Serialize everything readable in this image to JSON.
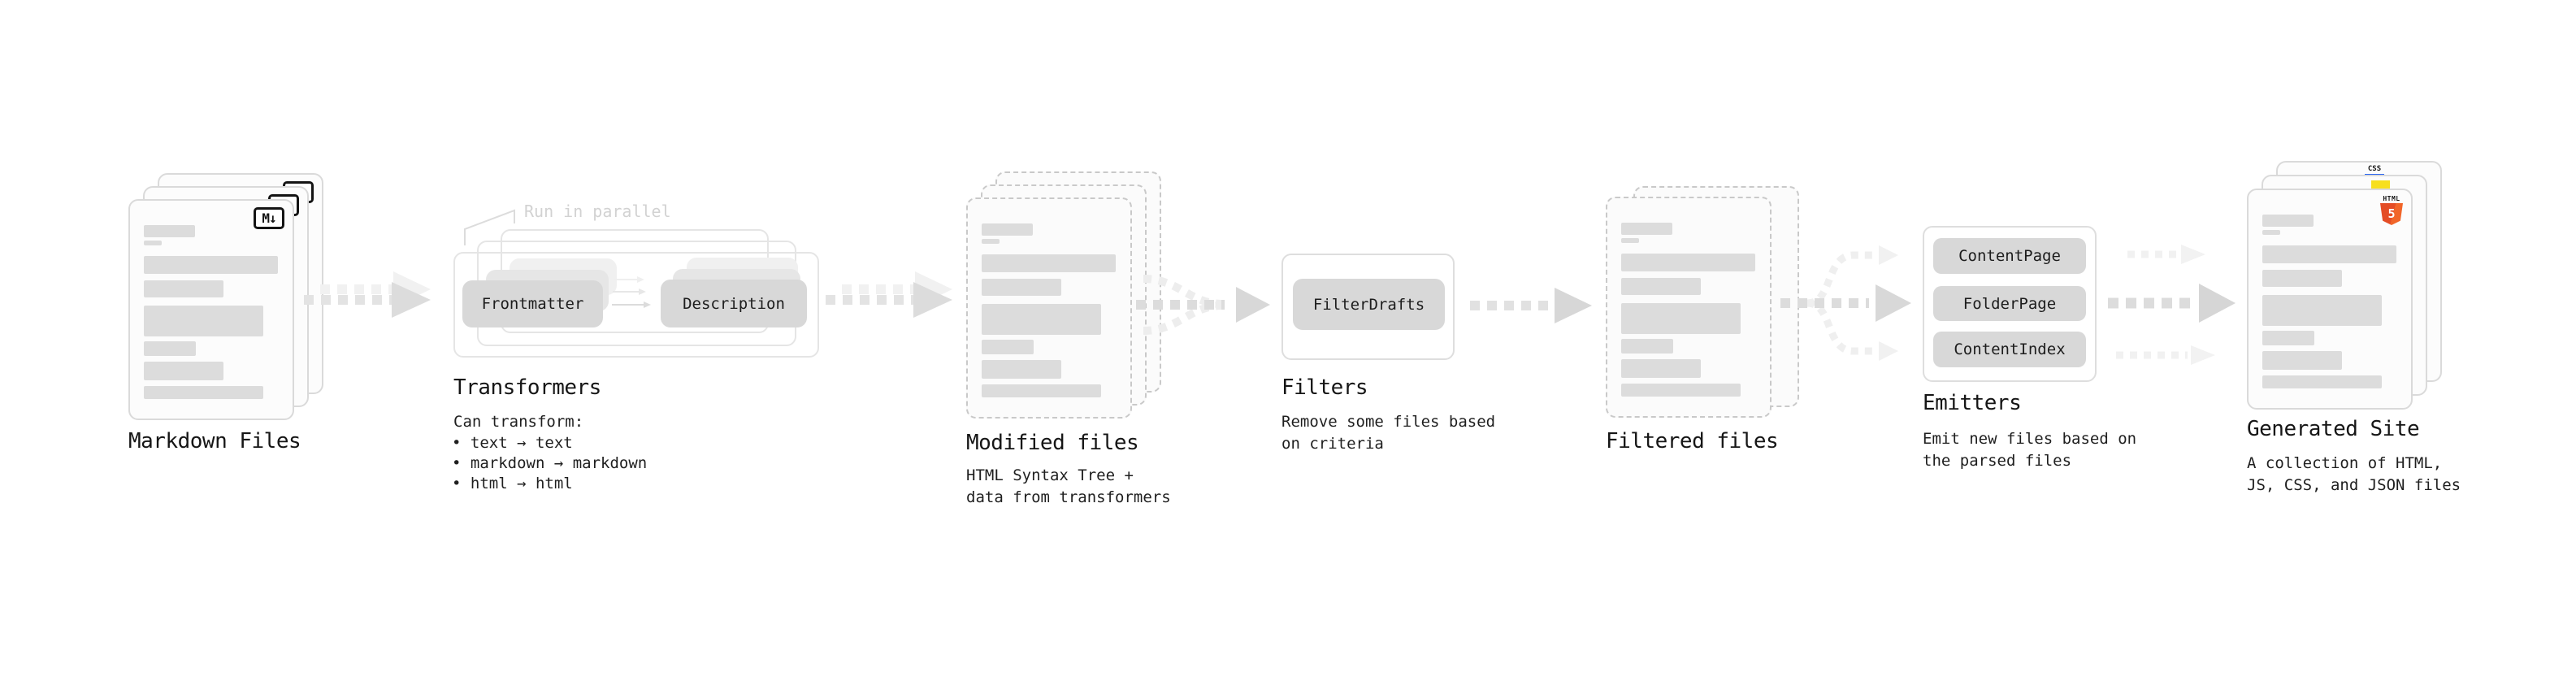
{
  "diagram": {
    "markdown_files": {
      "title": "Markdown Files",
      "icon_label": "M↓"
    },
    "transformers": {
      "title": "Transformers",
      "parallel_note": "Run in parallel",
      "box_a": "Frontmatter",
      "box_b": "Description",
      "caption": "Can transform:",
      "bullets": [
        "text → text",
        "markdown → markdown",
        "html → html"
      ]
    },
    "modified_files": {
      "title": "Modified files",
      "subtitle_line1": "HTML Syntax Tree +",
      "subtitle_line2": "data from transformers"
    },
    "filters": {
      "title": "Filters",
      "box": "FilterDrafts",
      "subtitle_line1": "Remove some files based",
      "subtitle_line2": "on criteria"
    },
    "filtered_files": {
      "title": "Filtered files"
    },
    "emitters": {
      "title": "Emitters",
      "boxes": [
        "ContentPage",
        "FolderPage",
        "ContentIndex"
      ],
      "subtitle_line1": "Emit new files based on",
      "subtitle_line2": "the parsed files"
    },
    "generated_site": {
      "title": "Generated Site",
      "subtitle_line1": "A collection of HTML,",
      "subtitle_line2": "JS, CSS, and JSON files",
      "badges": {
        "css": "CSS",
        "html_label": "HTML",
        "html_number": "5"
      }
    }
  },
  "colors": {
    "html5_orange": "#e44d26",
    "js_yellow": "#f7df1e",
    "css_blue": "#2965f1",
    "card_border": "#dadada",
    "bar_gray": "#dcdcdc",
    "box_gray": "#d8d8d8",
    "arrow_dark": "#d8d8d8",
    "arrow_light": "#f0f0f0",
    "note_gray": "#d2d2d2"
  }
}
